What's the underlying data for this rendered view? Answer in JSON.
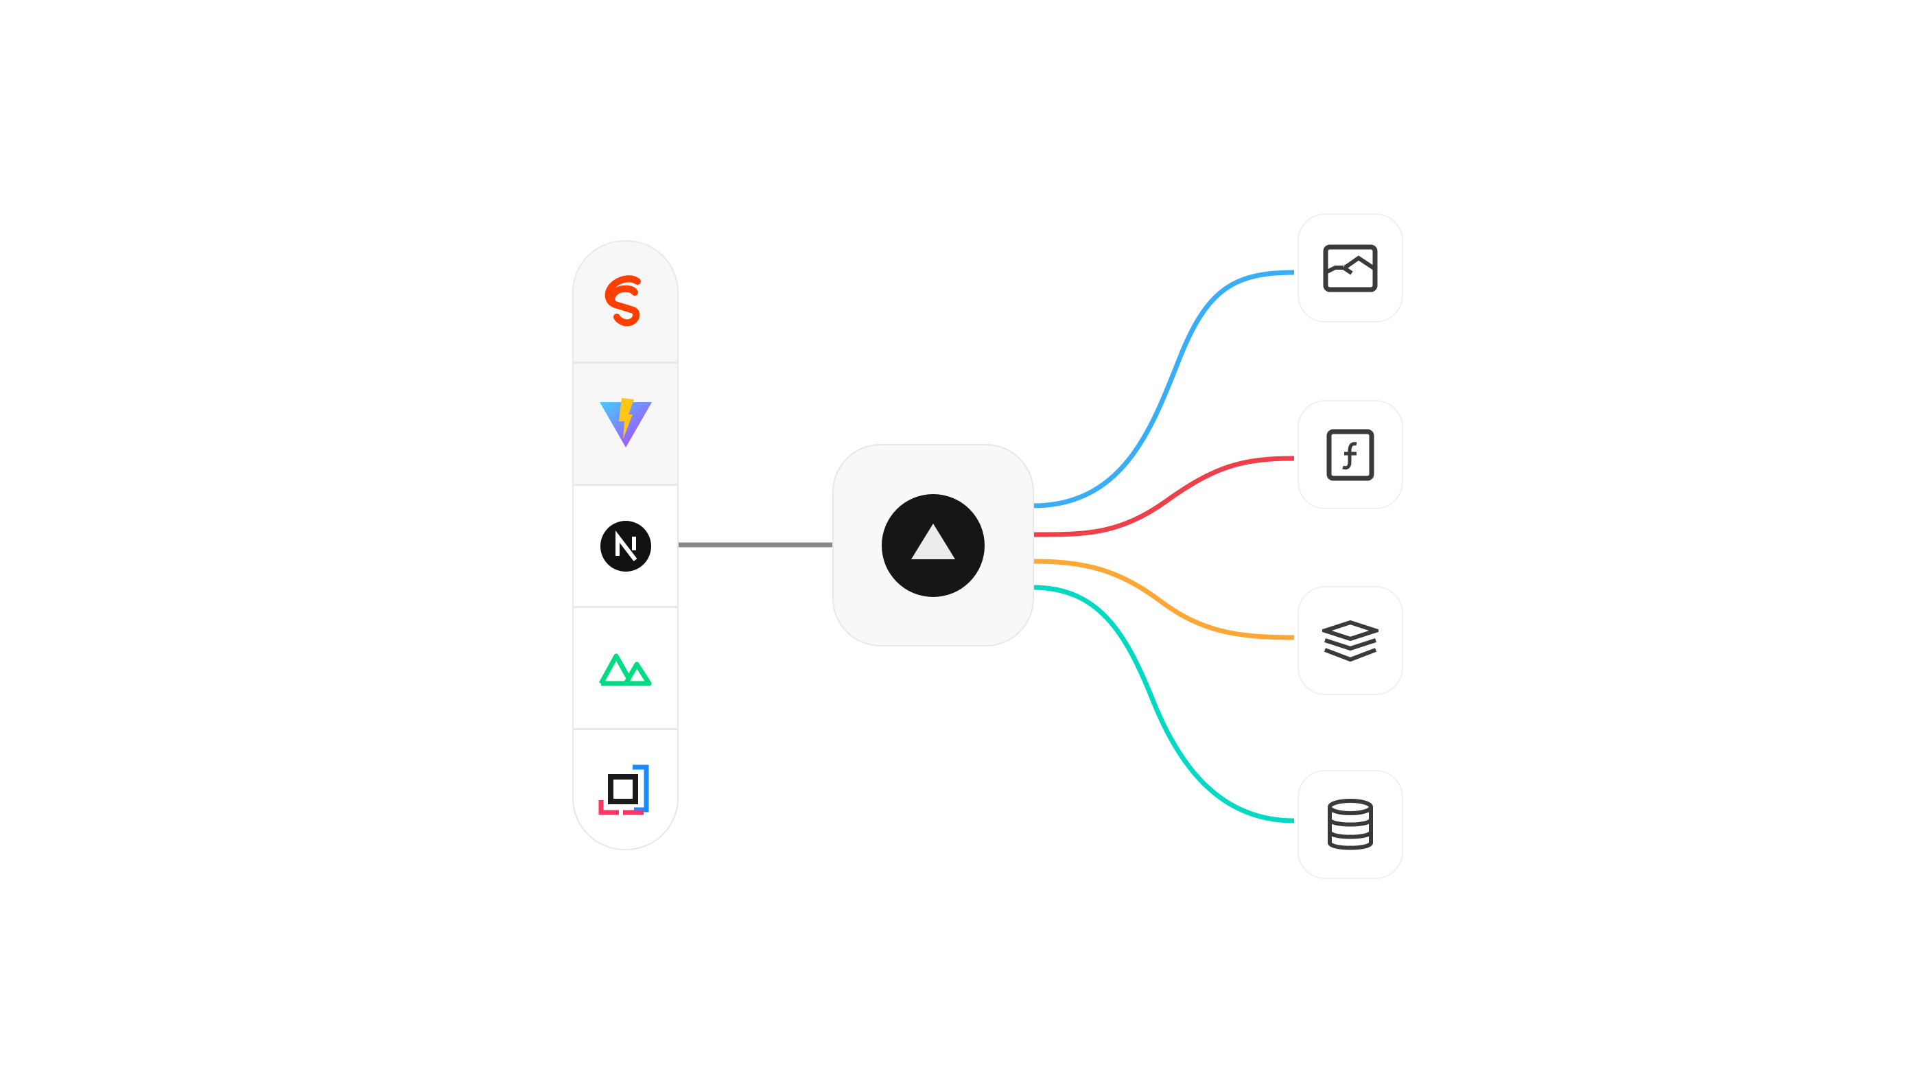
{
  "frameworks": [
    {
      "name": "svelte",
      "icon": "svelte-icon"
    },
    {
      "name": "vite",
      "icon": "vite-icon"
    },
    {
      "name": "nextjs",
      "icon": "nextjs-icon"
    },
    {
      "name": "nuxt",
      "icon": "nuxt-icon"
    },
    {
      "name": "qwik-like",
      "icon": "framework-icon"
    }
  ],
  "hub": {
    "icon": "vercel-triangle-icon"
  },
  "connections": [
    {
      "target": "image-icon",
      "color": "#38aef9"
    },
    {
      "target": "function-icon",
      "color": "#ef3f48"
    },
    {
      "target": "layers-icon",
      "color": "#ffa734"
    },
    {
      "target": "database-icon",
      "color": "#00d9c4"
    }
  ],
  "link_color": "#888888"
}
